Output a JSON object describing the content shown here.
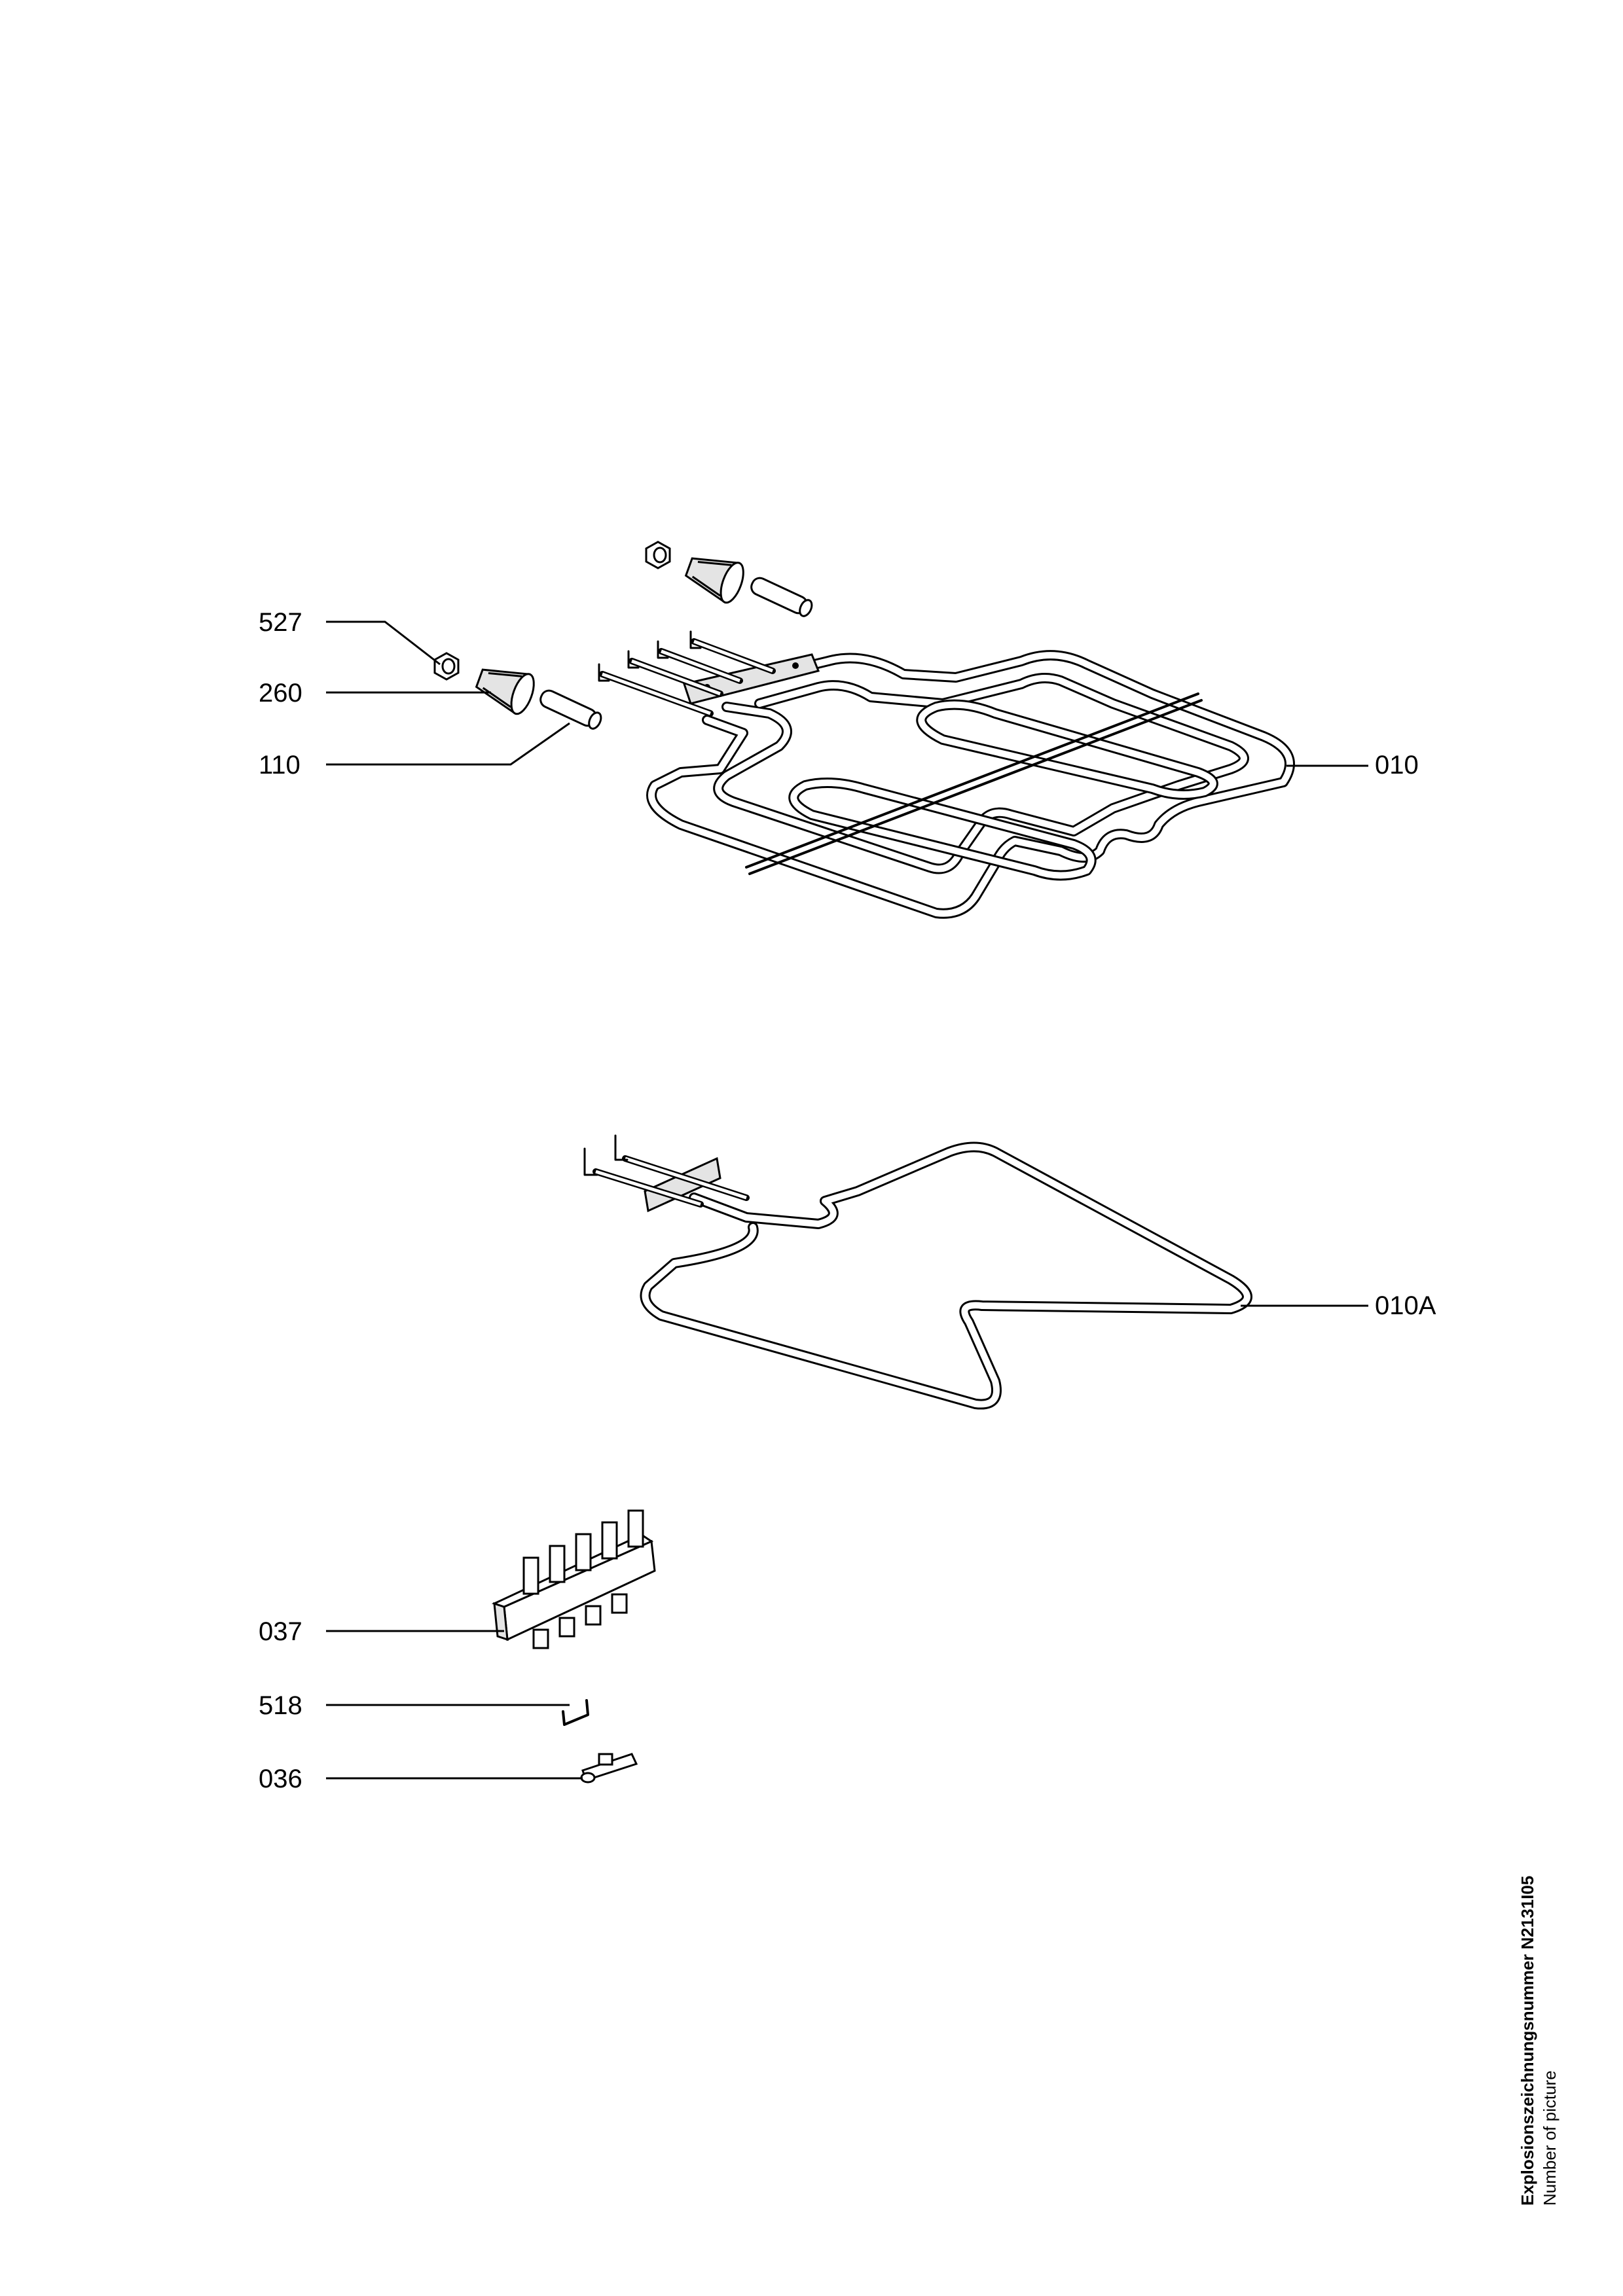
{
  "callouts": [
    {
      "id": "527",
      "label": "527"
    },
    {
      "id": "260",
      "label": "260"
    },
    {
      "id": "110",
      "label": "110"
    },
    {
      "id": "010",
      "label": "010"
    },
    {
      "id": "010A",
      "label": "010A"
    },
    {
      "id": "037",
      "label": "037"
    },
    {
      "id": "518",
      "label": "518"
    },
    {
      "id": "036",
      "label": "036"
    }
  ],
  "footer": {
    "picture_number_label": "Explosionszeichnungsnummer N2131I05",
    "picture_number_caption": "Number of picture"
  }
}
